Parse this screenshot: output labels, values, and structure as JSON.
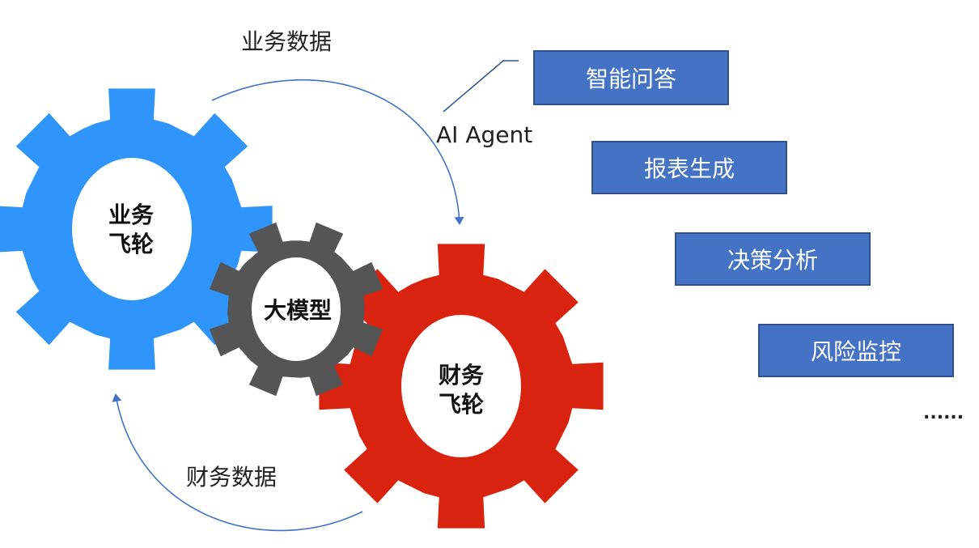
{
  "labels": {
    "business_data": "业务数据",
    "finance_data": "财务数据",
    "ai_agent": "AI Agent",
    "ellipsis": "......"
  },
  "gears": {
    "business": {
      "line1": "业务",
      "line2": "飞轮",
      "color": "#2f95fb"
    },
    "model": {
      "text": "大模型",
      "color": "#555555"
    },
    "finance": {
      "line1": "财务",
      "line2": "飞轮",
      "color": "#d9230f"
    }
  },
  "functions": [
    {
      "label": "智能问答"
    },
    {
      "label": "报表生成"
    },
    {
      "label": "决策分析"
    },
    {
      "label": "风险监控"
    }
  ],
  "colors": {
    "box_fill": "#4472c4",
    "box_border": "#2f528f",
    "arrow": "#4472c4"
  }
}
